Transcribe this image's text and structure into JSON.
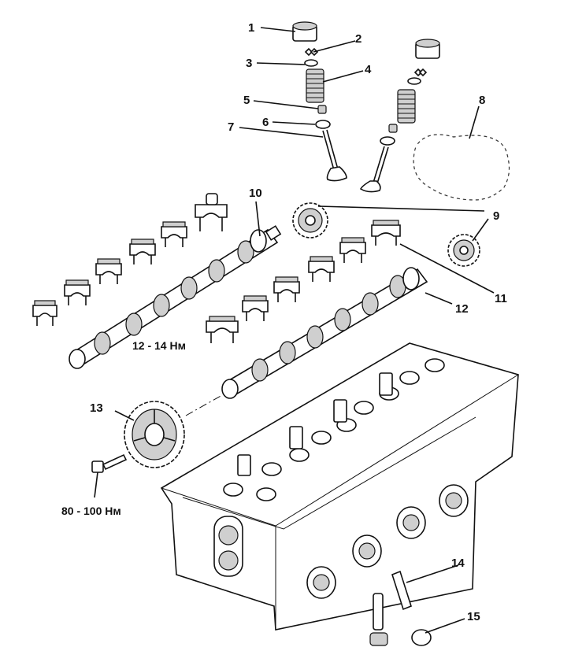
{
  "callouts": {
    "c1": "1",
    "c2": "2",
    "c3": "3",
    "c4": "4",
    "c5": "5",
    "c6": "6",
    "c7": "7",
    "c8": "8",
    "c9": "9",
    "c10": "10",
    "c11": "11",
    "c12": "12",
    "c13": "13",
    "c14": "14",
    "c15": "15"
  },
  "torques": {
    "camshaft_caps": "12 - 14 Нм",
    "sprocket_bolt": "80 - 100 Нм"
  }
}
